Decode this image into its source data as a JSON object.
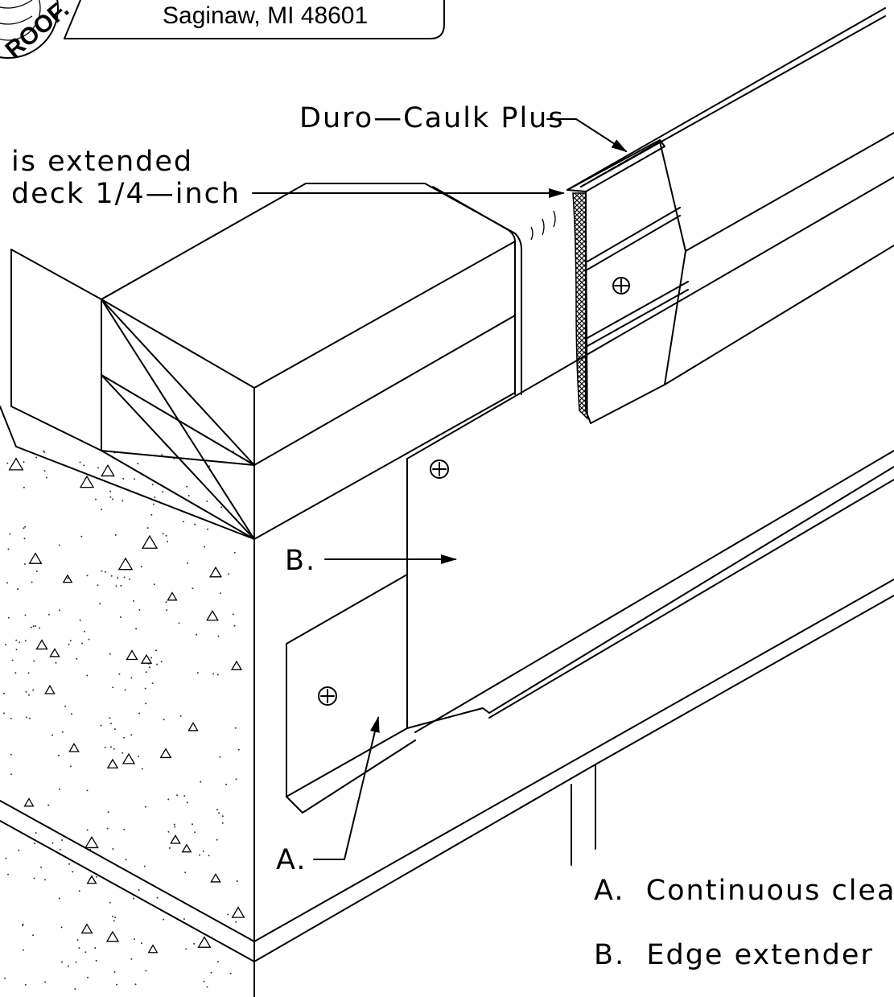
{
  "header": {
    "address": "Saginaw, MI  48601",
    "logo_text": "ROOF."
  },
  "callouts": {
    "duro_caulk": "Duro—Caulk Plus",
    "extended_line1": "is extended",
    "extended_line2": "deck 1/4—inch",
    "b_marker": "B.",
    "a_marker": "A."
  },
  "legend": [
    {
      "text": "A.  Continuous cleat"
    },
    {
      "text": "B.  Edge extender"
    }
  ]
}
